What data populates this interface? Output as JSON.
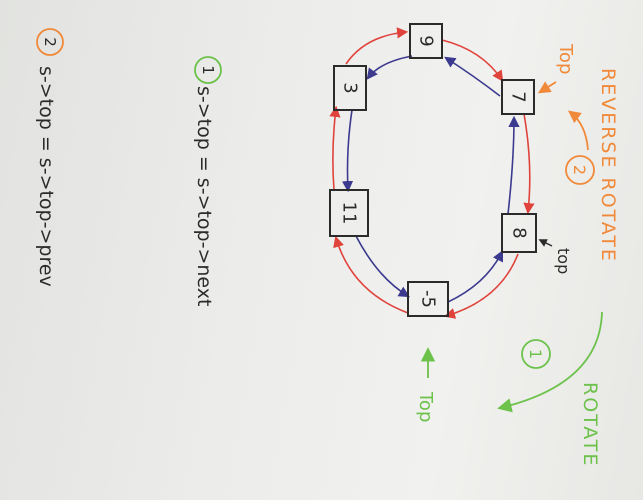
{
  "nodes": [
    "9",
    "7",
    "8",
    "-5",
    "11",
    "3"
  ],
  "top_label_orange": "Top",
  "top_label_black": "top",
  "top_label_green": "Top",
  "reverse_rotate_label": "REVERSE ROTATE",
  "rotate_label": "ROTATE",
  "step_two_marker": "2",
  "step_one_marker": "1",
  "formula_one_number": "1",
  "formula_one_text": "s->top = s->top->next",
  "formula_two_number": "2",
  "formula_two_text": "s->top = s->top->prev",
  "colors": {
    "red": "#e0433c",
    "blue": "#3b3a8f",
    "orange": "#f08a3a",
    "green": "#6cc24a",
    "ink": "#2b2b2b"
  }
}
